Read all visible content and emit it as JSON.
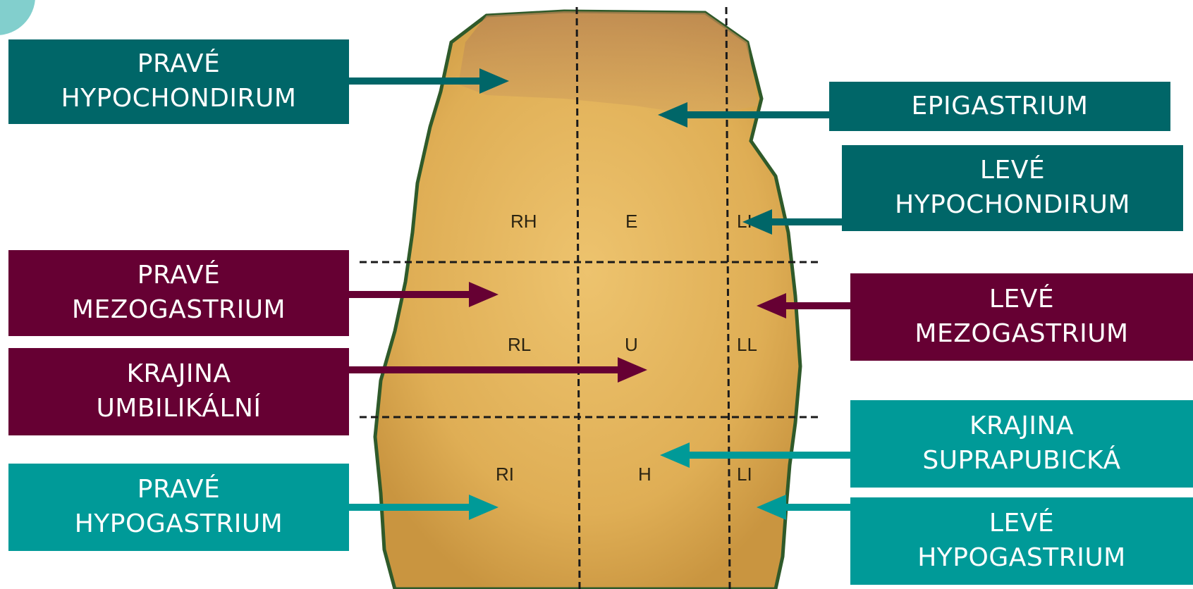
{
  "colors": {
    "upper": "#006668",
    "middle": "#660033",
    "lower": "#009a98",
    "skin": "#e6b862",
    "outline": "#2f5a2a"
  },
  "region_codes": [
    "RH",
    "E",
    "LI",
    "RL",
    "U",
    "LL",
    "RI",
    "H",
    "LI"
  ],
  "labels": {
    "prave_hypochondirum": [
      "PRAVÉ",
      "HYPOCHONDIRUM"
    ],
    "epigastrium": [
      "EPIGASTRIUM"
    ],
    "leve_hypochondirum": [
      "LEVÉ",
      "HYPOCHONDIRUM"
    ],
    "prave_mezogastrium": [
      "PRAVÉ",
      "MEZOGASTRIUM"
    ],
    "leve_mezogastrium": [
      "LEVÉ",
      "MEZOGASTRIUM"
    ],
    "krajina_umbilikalni": [
      "KRAJINA",
      "UMBILIKÁLNÍ"
    ],
    "krajina_suprapubicka": [
      "KRAJINA",
      "SUPRAPUBICKÁ"
    ],
    "prave_hypogastrium": [
      "PRAVÉ",
      "HYPOGASTRIUM"
    ],
    "leve_hypogastrium": [
      "LEVÉ",
      "HYPOGASTRIUM"
    ]
  }
}
